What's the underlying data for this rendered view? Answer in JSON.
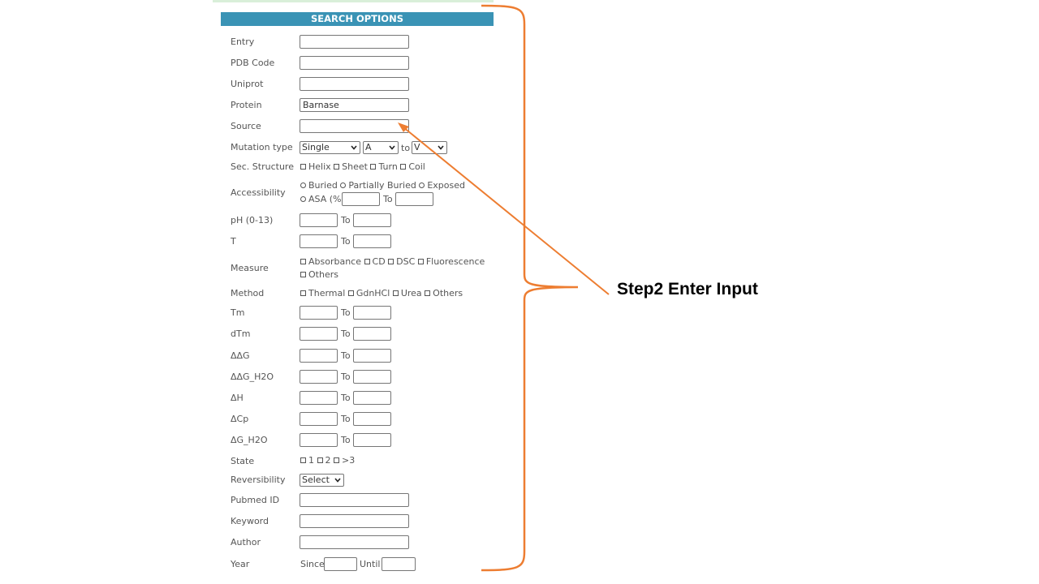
{
  "header": {
    "title": "SEARCH OPTIONS"
  },
  "fields": {
    "entry": {
      "label": "Entry",
      "value": ""
    },
    "pdb_code": {
      "label": "PDB Code",
      "value": ""
    },
    "uniprot": {
      "label": "Uniprot",
      "value": ""
    },
    "protein": {
      "label": "Protein",
      "value": "Barnase"
    },
    "source": {
      "label": "Source",
      "value": ""
    },
    "mutation_type": {
      "label": "Mutation type",
      "type_value": "Single",
      "from_value": "A",
      "to_text": "to",
      "to_value": "V"
    },
    "sec_structure": {
      "label": "Sec. Structure",
      "options": [
        "Helix",
        "Sheet",
        "Turn",
        "Coil"
      ]
    },
    "accessibility": {
      "label": "Accessibility",
      "options": [
        "Buried",
        "Partially Buried",
        "Exposed"
      ],
      "asa_label": "ASA (%)",
      "to_text": "To"
    },
    "ph": {
      "label": "pH (0-13)",
      "to_text": "To"
    },
    "t": {
      "label": "T",
      "to_text": "To"
    },
    "measure": {
      "label": "Measure",
      "options": [
        "Absorbance",
        "CD",
        "DSC",
        "Fluorescence",
        "Others"
      ]
    },
    "method": {
      "label": "Method",
      "options": [
        "Thermal",
        "GdnHCl",
        "Urea",
        "Others"
      ]
    },
    "tm": {
      "label": "Tm",
      "to_text": "To"
    },
    "dtm": {
      "label": "dTm",
      "to_text": "To"
    },
    "ddg": {
      "label": "ΔΔG",
      "to_text": "To"
    },
    "ddg_h2o": {
      "label": "ΔΔG_H2O",
      "to_text": "To"
    },
    "dh": {
      "label": "ΔH",
      "to_text": "To"
    },
    "dcp": {
      "label": "ΔCp",
      "to_text": "To"
    },
    "dg_h2o": {
      "label": "ΔG_H2O",
      "to_text": "To"
    },
    "state": {
      "label": "State",
      "options": [
        "1",
        "2",
        ">3"
      ]
    },
    "reversibility": {
      "label": "Reversibility",
      "value": "Select"
    },
    "pubmed_id": {
      "label": "Pubmed ID",
      "value": ""
    },
    "keyword": {
      "label": "Keyword",
      "value": ""
    },
    "author": {
      "label": "Author",
      "value": ""
    },
    "year": {
      "label": "Year",
      "since_text": "Since",
      "until_text": "Until"
    }
  },
  "annotation": {
    "text": "Step2 Enter Input",
    "color": "#ED7D31"
  },
  "colors": {
    "header_bg": "#3a93b5",
    "accent": "#ED7D31"
  }
}
